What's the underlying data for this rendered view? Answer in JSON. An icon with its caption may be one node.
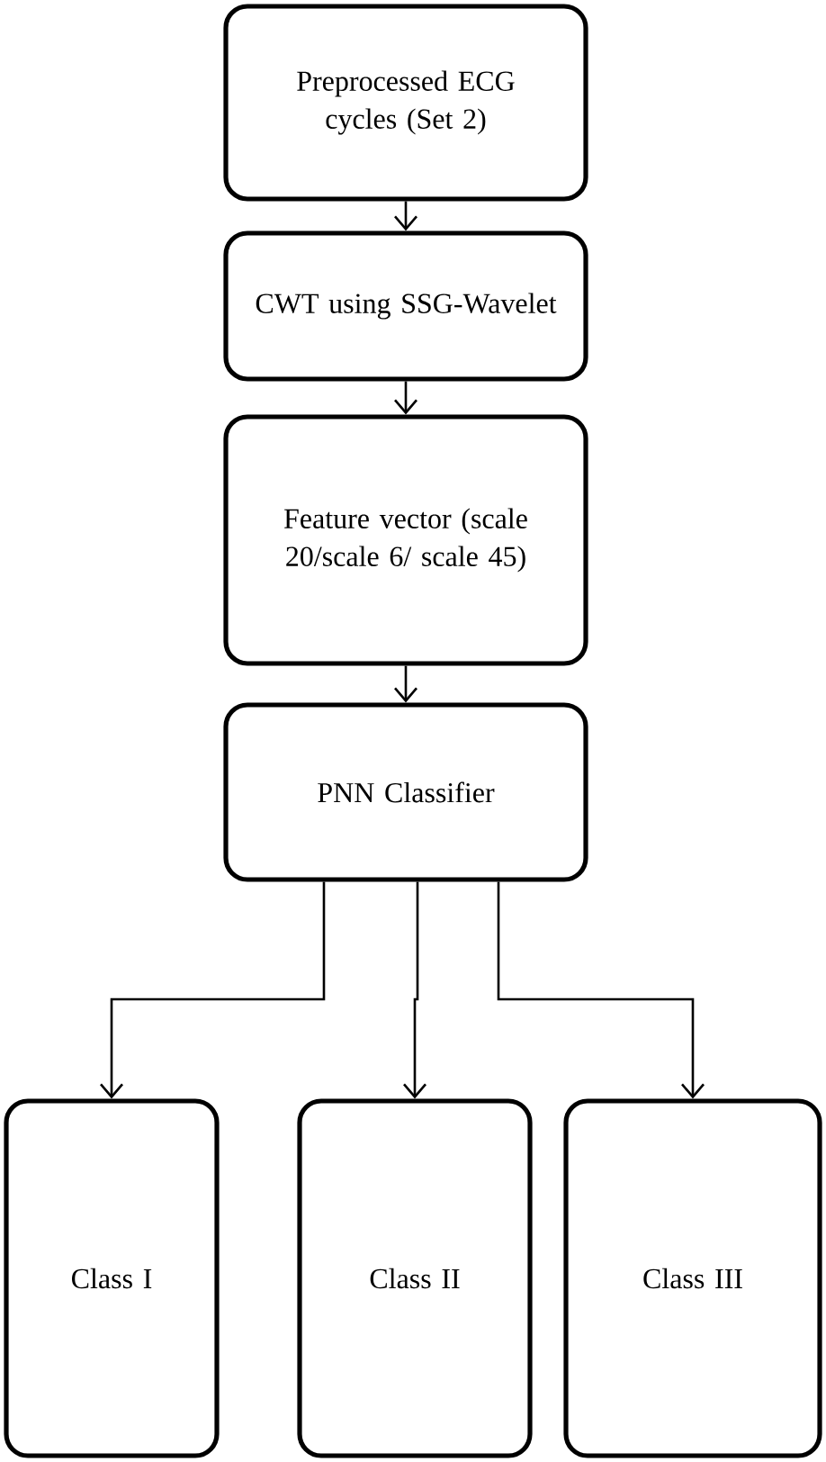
{
  "diagram": {
    "nodes": [
      {
        "text": [
          "Preprocessed ECG cycles (Set 2)"
        ]
      },
      {
        "text": [
          "CWT using SSG-Wavelet"
        ]
      },
      {
        "text": [
          "Feature vector (scale 20/scale 6/ scale 45)"
        ]
      },
      {
        "text": [
          "PNN Classifier"
        ]
      },
      {
        "text": [
          "Class I"
        ]
      },
      {
        "text": [
          "Class II"
        ]
      },
      {
        "text": [
          "Class III"
        ]
      }
    ],
    "edges": [
      {
        "from": 0,
        "to": 1,
        "arrow": "to"
      },
      {
        "from": 1,
        "to": 2,
        "arrow": "to"
      },
      {
        "from": 2,
        "to": 3,
        "arrow": "to"
      },
      {
        "from": 3,
        "to": 4,
        "arrow": "to"
      },
      {
        "from": 3,
        "to": 5,
        "arrow": "to"
      },
      {
        "from": 3,
        "to": 6,
        "arrow": "to"
      }
    ]
  }
}
